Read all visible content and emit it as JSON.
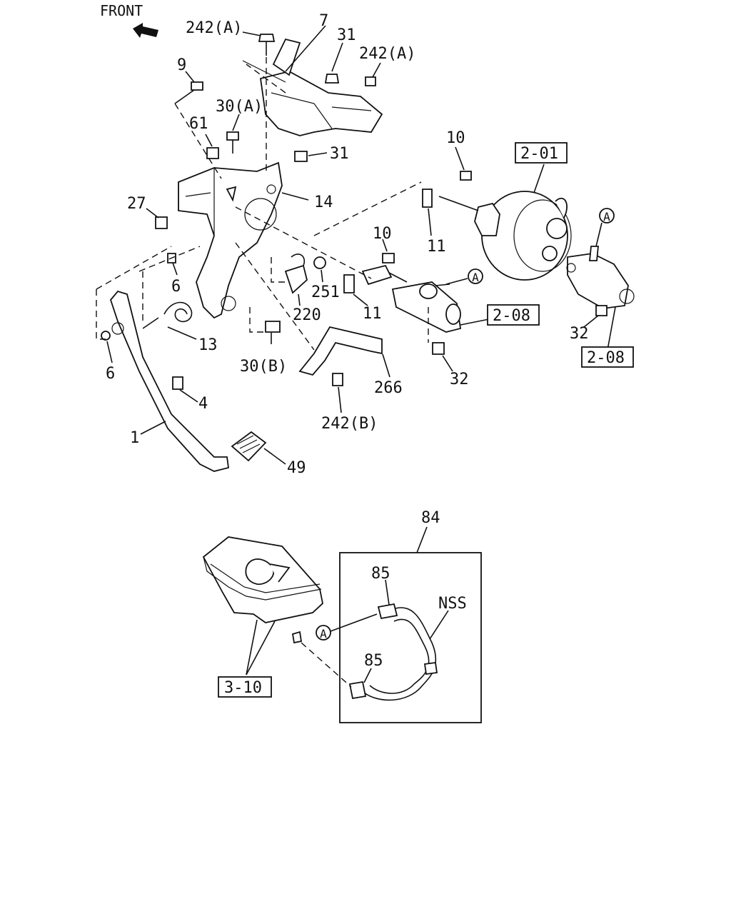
{
  "orientation_label": "FRONT",
  "callouts": {
    "p242a_top": "242(A)",
    "p7": "7",
    "p31_top": "31",
    "p242a_right": "242(A)",
    "p9": "9",
    "p30a": "30(A)",
    "p61": "61",
    "p31_mid": "31",
    "p10_top": "10",
    "p27": "27",
    "p14": "14",
    "p11_top": "11",
    "p10_mid": "10",
    "p6_mid": "6",
    "p251": "251",
    "p220": "220",
    "p11_mid": "11",
    "p13": "13",
    "p6_left": "6",
    "p30b": "30(B)",
    "p266": "266",
    "p32_mid": "32",
    "p32_right": "32",
    "p4": "4",
    "p1": "1",
    "p242b": "242(B)",
    "p49": "49",
    "p84": "84",
    "p85_top": "85",
    "p85_bottom": "85",
    "nss": "NSS"
  },
  "reference_boxes": {
    "r201": "2-01",
    "r208_mid": "2-08",
    "r208_right": "2-08",
    "r310": "3-10"
  },
  "connector_markers": {
    "a_mid": "A",
    "a_right": "A",
    "a_bottom": "A"
  }
}
